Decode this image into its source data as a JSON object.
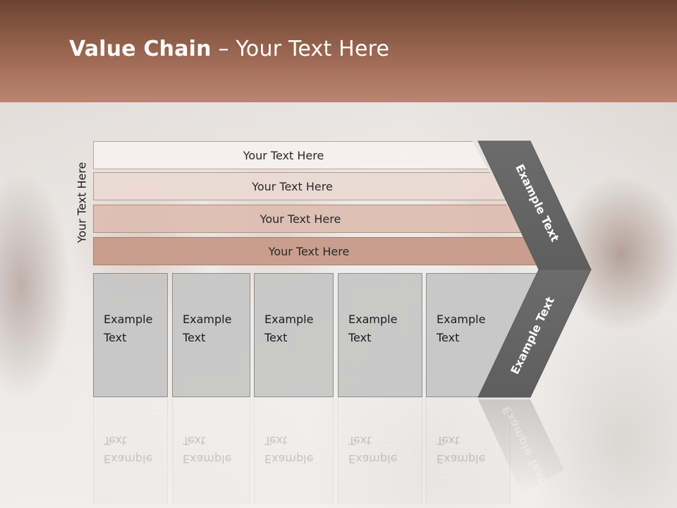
{
  "slide": {
    "title_bold": "Value Chain",
    "title_rest": " – Your Text Here",
    "side_label": "Your Text Here",
    "rows": [
      {
        "label": "Your Text Here"
      },
      {
        "label": "Your Text Here"
      },
      {
        "label": "Your Text Here"
      },
      {
        "label": "Your Text Here"
      }
    ],
    "boxes": [
      {
        "line1": "Example",
        "line2": "Text"
      },
      {
        "line1": "Example",
        "line2": "Text"
      },
      {
        "line1": "Example",
        "line2": "Text"
      },
      {
        "line1": "Example",
        "line2": "Text"
      },
      {
        "line1": "Example",
        "line2": "Text"
      }
    ],
    "chevron_upper_label": "Example Text",
    "chevron_lower_label": "Example Text"
  },
  "colors": {
    "header_brown": "#8b5b46",
    "chevron_gray": "#6f6f6f",
    "box_gray": "#c4c4c4"
  }
}
